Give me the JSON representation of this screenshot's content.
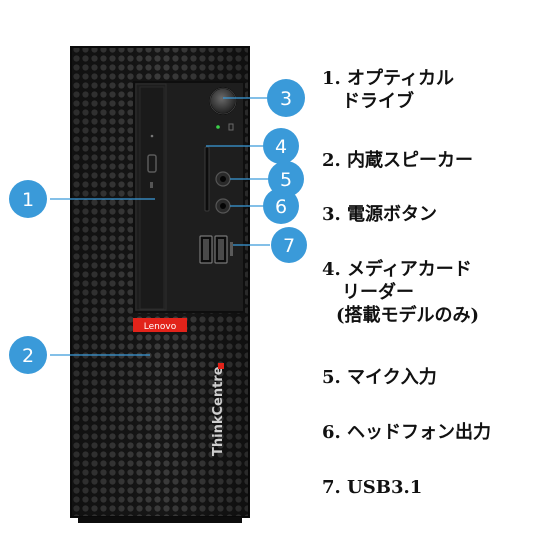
{
  "product": {
    "brand_badge": "Lenovo",
    "model_text": "ThinkCentre"
  },
  "callouts": [
    "1",
    "2",
    "3",
    "4",
    "5",
    "6",
    "7"
  ],
  "legend": [
    {
      "lines": [
        "1. オプティカル",
        "ドライブ"
      ]
    },
    {
      "lines": [
        "2. 内蔵スピーカー"
      ]
    },
    {
      "lines": [
        "3. 電源ボタン"
      ]
    },
    {
      "lines": [
        "4. メディアカード",
        "リーダー",
        "(搭載モデルのみ)"
      ]
    },
    {
      "lines": [
        "5. マイク入力"
      ]
    },
    {
      "lines": [
        "6. ヘッドフォン出力"
      ]
    },
    {
      "lines": [
        "7. USB3.1"
      ]
    }
  ],
  "colors": {
    "callout": "#3a9ad9",
    "case": "#141414",
    "panel": "#1e1e1e",
    "badge": "#e2231a"
  }
}
